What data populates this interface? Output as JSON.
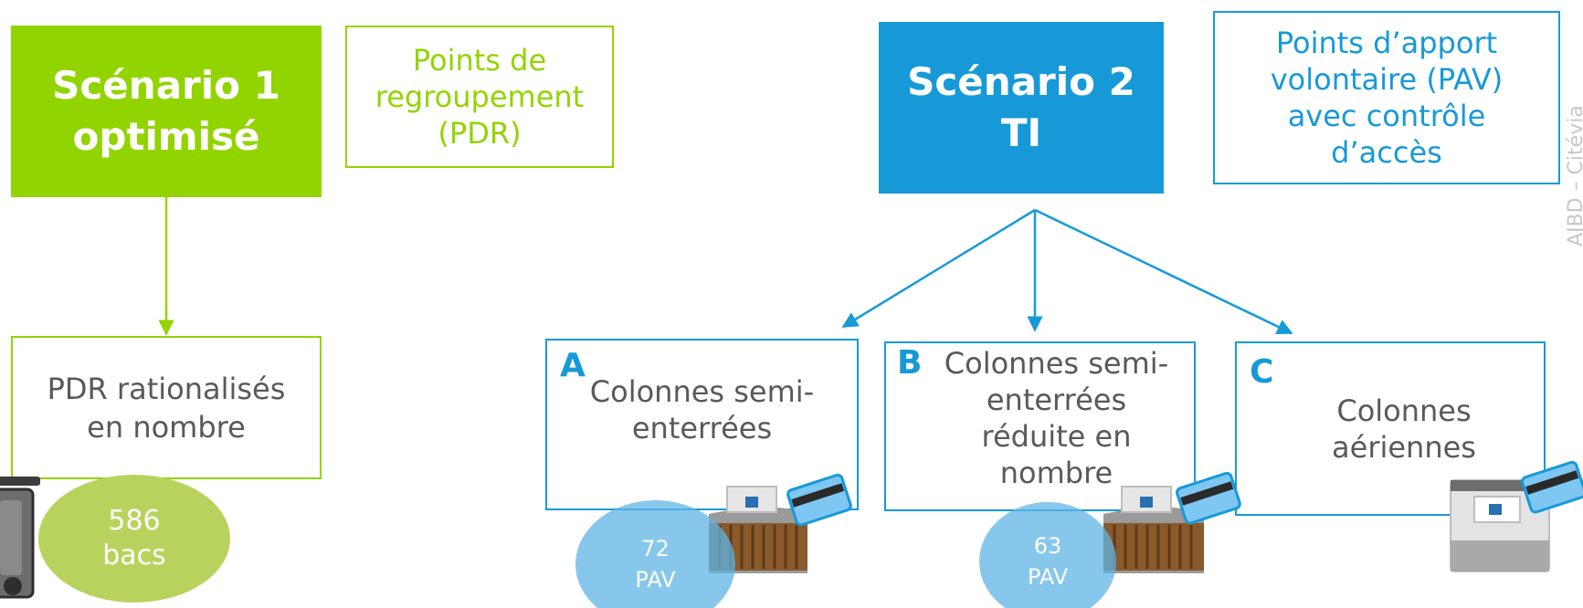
{
  "scenario1": {
    "title_line1": "Scénario 1",
    "title_line2": "optimisé",
    "note_line1": "Points de",
    "note_line2": "regroupement",
    "note_line3": "(PDR)",
    "result_line1": "PDR rationalisés",
    "result_line2": "en nombre",
    "bubble_value": "586",
    "bubble_unit": "bacs"
  },
  "scenario2": {
    "title_line1": "Scénario 2",
    "title_line2": "TI",
    "note_line1": "Points d’apport",
    "note_line2": "volontaire (PAV)",
    "note_line3": "avec contrôle",
    "note_line4": "d’accès"
  },
  "options": {
    "a": {
      "letter": "A",
      "line1": "Colonnes semi-",
      "line2": "enterrées",
      "bubble_value": "72",
      "bubble_unit": "PAV"
    },
    "b": {
      "letter": "B",
      "line1": "Colonnes semi-",
      "line2": "enterrées",
      "line3": "réduite en",
      "line4": "nombre",
      "bubble_value": "63",
      "bubble_unit": "PAV"
    },
    "c": {
      "letter": "C",
      "line1": "Colonnes",
      "line2": "aériennes"
    }
  },
  "side_label": "AJBD – Citévia",
  "colors": {
    "green": "#92d400",
    "blue": "#1799d8",
    "text_gray": "#595959"
  }
}
